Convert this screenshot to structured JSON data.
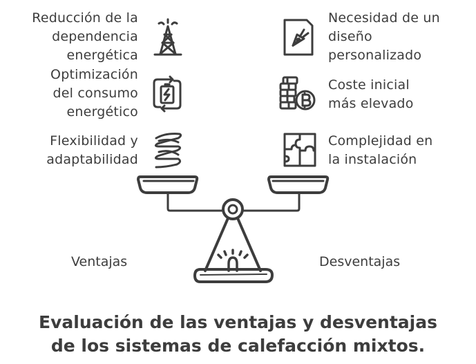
{
  "ventajas": {
    "label": "Ventajas",
    "items": [
      {
        "lines": [
          "Reducción de la",
          "dependencia",
          "energética"
        ],
        "icon": "power-tower-icon"
      },
      {
        "lines": [
          "Optimización",
          "del consumo",
          "energético"
        ],
        "icon": "battery-cycle-icon"
      },
      {
        "lines": [
          "Flexibilidad y",
          "adaptabilidad"
        ],
        "icon": "spring-icon"
      }
    ]
  },
  "desventajas": {
    "label": "Desventajas",
    "items": [
      {
        "lines": [
          "Necesidad de un",
          "diseño",
          "personalizado"
        ],
        "icon": "design-document-icon"
      },
      {
        "lines": [
          "Coste inicial",
          "más elevado"
        ],
        "icon": "coins-bitcoin-icon"
      },
      {
        "lines": [
          "Complejidad en",
          "la instalación"
        ],
        "icon": "puzzle-icon"
      }
    ]
  },
  "title": {
    "line1": "Evaluación de las ventajas y desventajas",
    "line2": "de los sistemas de calefacción mixtos."
  },
  "colors": {
    "stroke": "#3d3d3d",
    "background": "#ffffff"
  }
}
